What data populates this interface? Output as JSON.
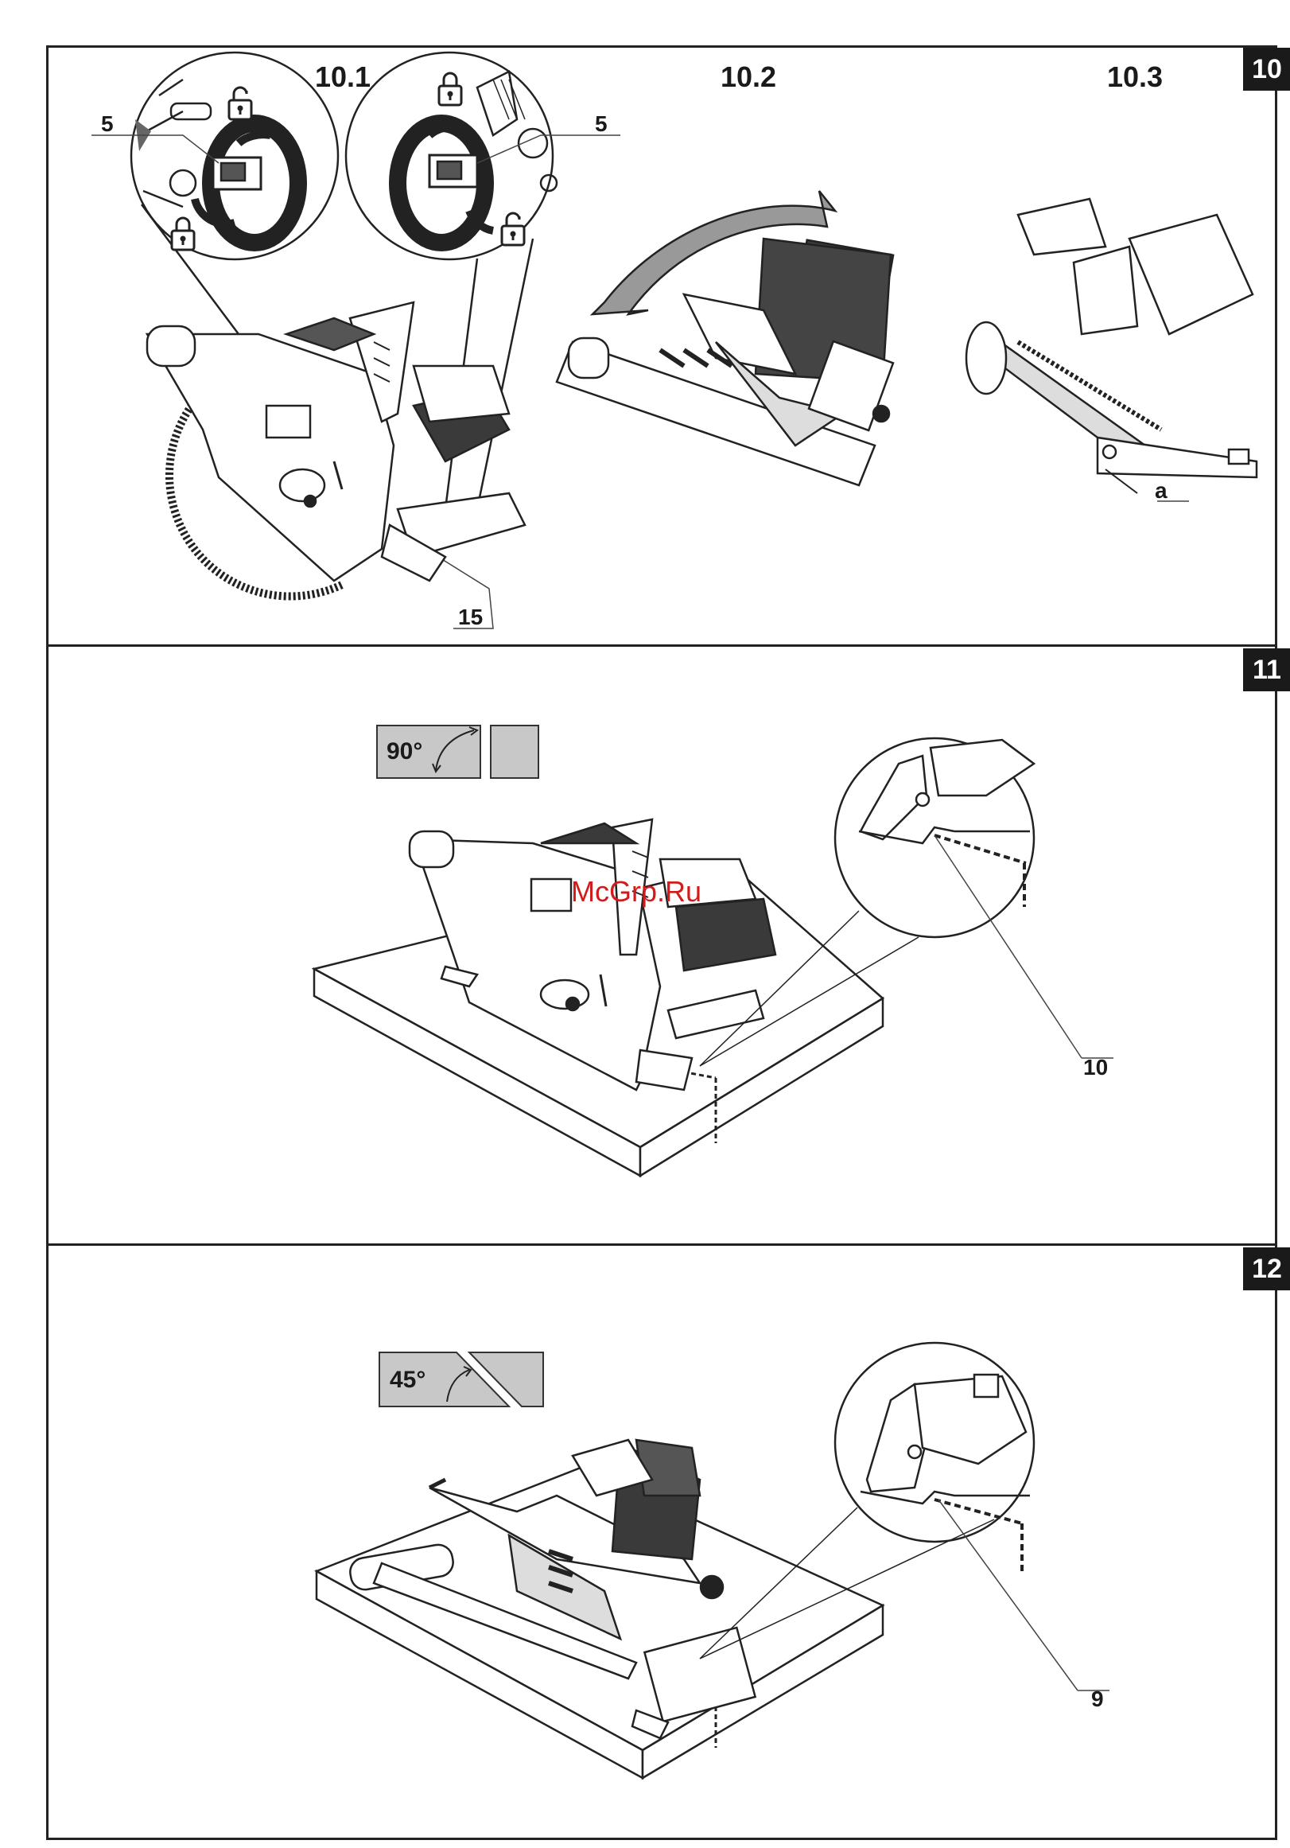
{
  "figures": [
    {
      "number": "10",
      "subfigures": [
        "10.1",
        "10.2",
        "10.3"
      ],
      "callouts": [
        "5",
        "5",
        "15",
        "a"
      ]
    },
    {
      "number": "11",
      "angle": "90°",
      "callouts": [
        "10"
      ]
    },
    {
      "number": "12",
      "angle": "45°",
      "callouts": [
        "9"
      ]
    }
  ],
  "watermark": "McGrp.Ru",
  "colors": {
    "line": "#222222",
    "badge": "#1a1a1a",
    "angle_box": "#c8c8c8",
    "dark_part": "#3a3a3a",
    "watermark": "#d11c1c"
  },
  "icons": [
    "lock-closed-icon",
    "lock-open-icon",
    "rotate-arrow-icon",
    "magnifier-circle-icon"
  ]
}
